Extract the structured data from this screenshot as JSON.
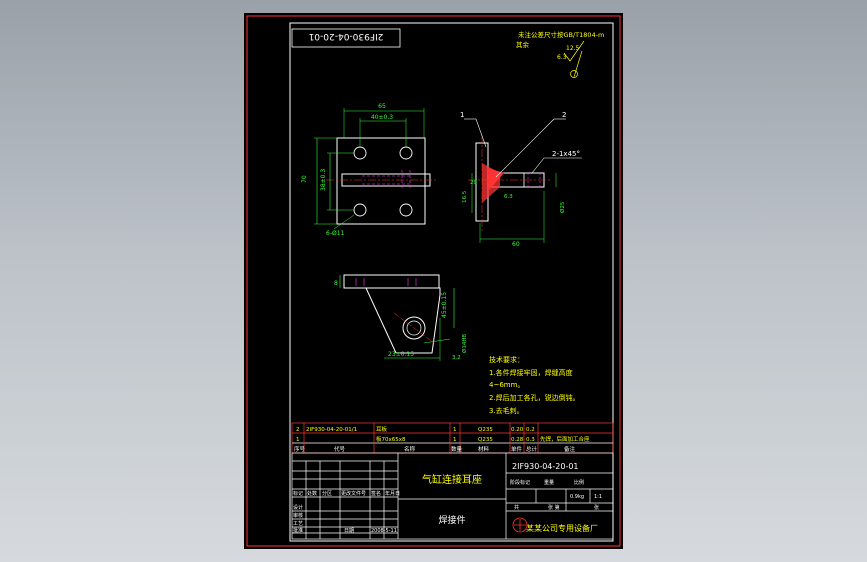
{
  "drawing": {
    "part_number_mirrored": "2IF930-04-20-01",
    "title_part_number": "2IF930-04-20-01",
    "part_name": "气缸连接耳座",
    "part_type": "焊接件",
    "company": "某某公司专用设备厂",
    "surface_note_line1": "未注公差尺寸按GB/T1804-m",
    "surface_note_line2": "其余",
    "roughness_a": "12.5",
    "roughness_b": "6.3",
    "balloon_1": "1",
    "balloon_2": "2",
    "chamfer": "2-1x45°",
    "dimensions": {
      "top_width": "65",
      "hole_spacing_x": "40±0.3",
      "height_total": "70",
      "hole_spacing_y": "38±0.3",
      "holes": "6-Ø11",
      "side_len": "60",
      "side_h1": "16.5",
      "side_h2": "20",
      "side_r": "6.3",
      "side_right": "Ø25",
      "bottom_thk": "8",
      "bottom_h": "45±0.15",
      "bottom_w": "23±0.15",
      "bore": "Ø14H8",
      "r_small": "3.2"
    },
    "tech_requirements": {
      "title": "技术要求：",
      "items": [
        "1.各件焊接牢固，焊缝高度",
        "4~6mm。",
        "2.焊后加工各孔，锐边倒钝。",
        "3.去毛刺。"
      ]
    },
    "bom": {
      "rows": [
        [
          "2",
          "2IF930-04-20-01/1",
          "耳板",
          "1",
          "Q235",
          "0.20",
          "0.2",
          ""
        ],
        [
          "1",
          "",
          "板70x65x8",
          "1",
          "Q235",
          "0.28",
          "0.3",
          "先焊，后面加工合座"
        ]
      ],
      "headers": [
        "序号",
        "代号",
        "名称",
        "数量",
        "材料",
        "单件",
        "总计",
        "备注"
      ]
    },
    "title_block": {
      "cells": [
        "标记",
        "处数",
        "分区",
        "更改文件号",
        "签名",
        "年月日"
      ],
      "sign_rows": [
        "设计",
        "审核",
        "工艺",
        "批准"
      ],
      "stage_label": "阶段标记",
      "weight_label": "重量",
      "scale_label": "比例",
      "weight_value": "0.9kg",
      "scale_value": "1:1",
      "sheet_label": "共",
      "sheet_of_label": "张 第",
      "sheet_end_label": "张",
      "date_value": "2008-5-11",
      "date_label": "日期"
    }
  },
  "colors": {
    "background": "#000000",
    "frame": "#ff3333",
    "white": "#ffffff",
    "yellow": "#ffff00",
    "green": "#33ff33",
    "cyan": "#00ffff",
    "magenta": "#ff33ff",
    "red": "#ff3333"
  }
}
